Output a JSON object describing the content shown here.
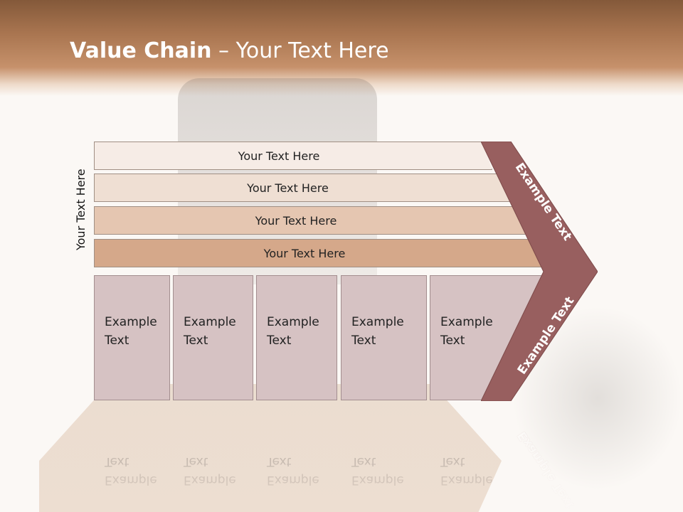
{
  "title": {
    "bold": "Value Chain",
    "rest": " – Your Text Here"
  },
  "vertical_label": "Your Text Here",
  "bars": [
    "Your Text Here",
    "Your Text Here",
    "Your Text Here",
    "Your Text Here"
  ],
  "columns": [
    {
      "line1": "Example",
      "line2": "Text"
    },
    {
      "line1": "Example",
      "line2": "Text"
    },
    {
      "line1": "Example",
      "line2": "Text"
    },
    {
      "line1": "Example",
      "line2": "Text"
    },
    {
      "line1": "Example",
      "line2": "Text"
    }
  ],
  "chevron": {
    "top_text": "Example Text",
    "bottom_text": "Example Text"
  },
  "colors": {
    "header": "#a97550",
    "bar_1": "#f6ece6",
    "bar_2": "#efdfd3",
    "bar_3": "#e5c6b1",
    "bar_4": "#d5a88a",
    "column": "#d6c2c3",
    "chevron": "#985f5f"
  }
}
